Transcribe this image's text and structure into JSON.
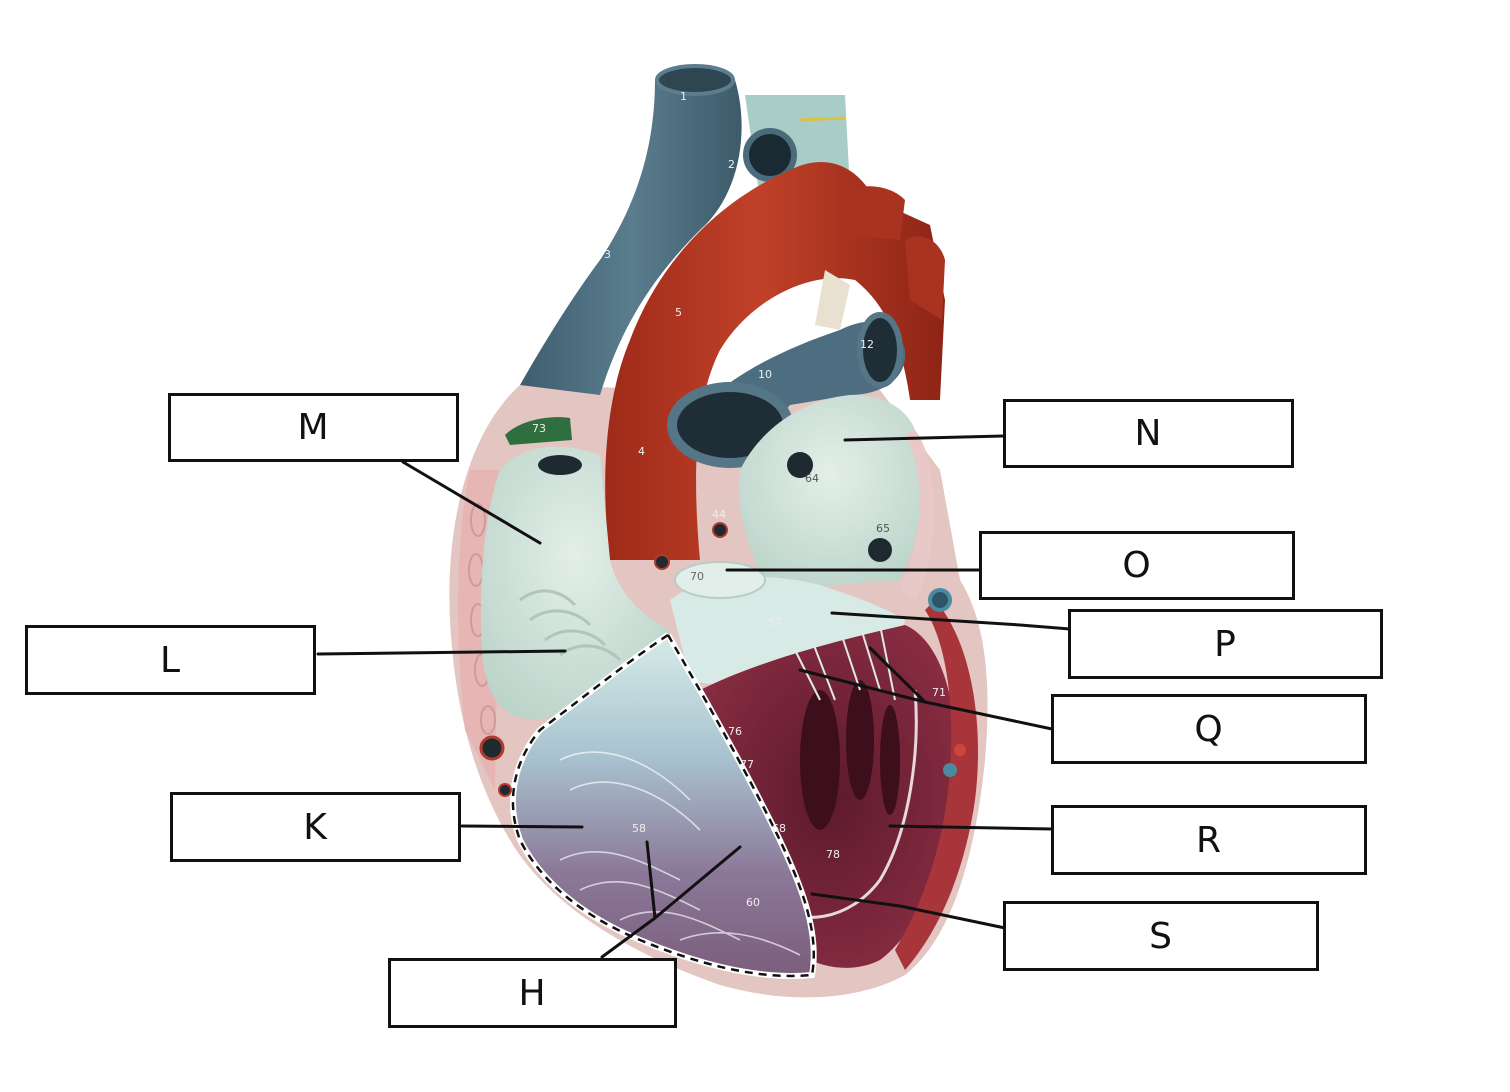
{
  "labels": {
    "M": "M",
    "N": "N",
    "O": "O",
    "P": "P",
    "L": "L",
    "Q": "Q",
    "K": "K",
    "R": "R",
    "S": "S",
    "H": "H"
  },
  "model_numbers": {
    "n1": "1",
    "n2": "2",
    "n3": "3",
    "n4": "4",
    "n5": "5",
    "n10": "10",
    "n12": "12",
    "n44": "44",
    "n57": "57",
    "n58": "58",
    "n60": "60",
    "n64": "64",
    "n65": "65",
    "n68": "68",
    "n70": "70",
    "n71": "71",
    "n73": "73",
    "n76": "76",
    "n77": "77",
    "n78": "78"
  },
  "colors": {
    "vein_blue": "#4a6b7c",
    "artery_red": "#b0321f",
    "chamber_mint": "#cfe3dc",
    "wall_pink": "#e8c9c6",
    "muscle_maroon": "#6e2436",
    "ventricle_lilac": "#9a86a6",
    "box_border": "#111111"
  }
}
